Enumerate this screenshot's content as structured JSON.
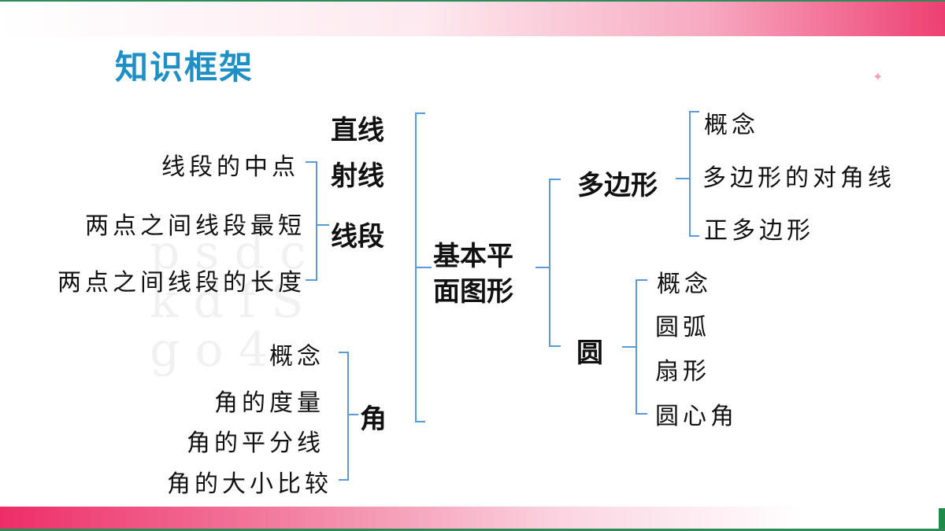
{
  "header": {
    "title": "知识框架"
  },
  "mindmap": {
    "center": {
      "line1": "基本平",
      "line2": "面图形"
    },
    "line_branch": {
      "items": [
        "直线",
        "射线",
        "线段"
      ],
      "segment_children": [
        "线段的中点",
        "两点之间线段最短",
        "两点之间线段的长度"
      ]
    },
    "angle_branch": {
      "label": "角",
      "children": [
        "概念",
        "角的度量",
        "角的平分线",
        "角的大小比较"
      ]
    },
    "polygon_branch": {
      "label": "多边形",
      "children": [
        "概念",
        "多边形的对角线",
        "正多边形"
      ]
    },
    "circle_branch": {
      "label": "圆",
      "children": [
        "概念",
        "圆弧",
        "扇形",
        "圆心角"
      ]
    }
  },
  "colors": {
    "title": "#1f8fc4",
    "connector": "#5b9bd5",
    "accent_pink": "#ee2d67",
    "accent_green": "#2e8b57"
  }
}
